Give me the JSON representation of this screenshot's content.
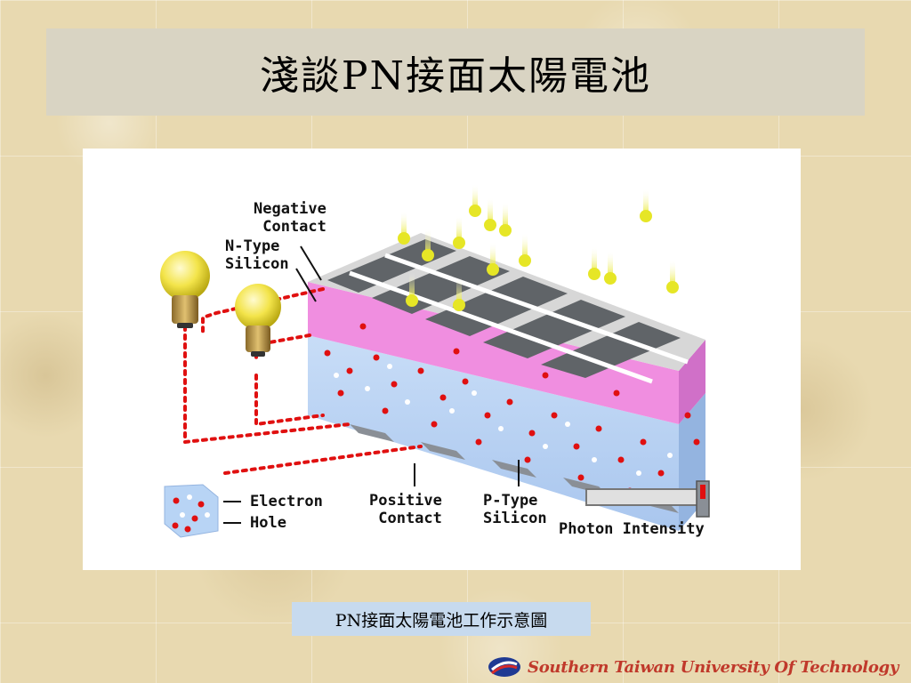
{
  "slide": {
    "title": "淺談PN接面太陽電池",
    "caption": "PN接面太陽電池工作示意圖",
    "footer": "Southern Taiwan University Of Technology",
    "logo_icon": "university-logo-icon"
  },
  "diagram": {
    "labels": {
      "negative_contact": "Negative\n Contact",
      "n_type": "N-Type\nSilicon",
      "electron": "Electron",
      "hole": "Hole",
      "positive_contact": "Positive\n Contact",
      "p_type": "P-Type\nSilicon",
      "photon_intensity": "Photon Intensity"
    },
    "colors": {
      "n_layer": "#f08ee0",
      "p_layer": "#b8d4f5",
      "contact": "#606468",
      "electron": "#e01010",
      "hole": "#ffffff",
      "photon": "#e6e626"
    }
  }
}
